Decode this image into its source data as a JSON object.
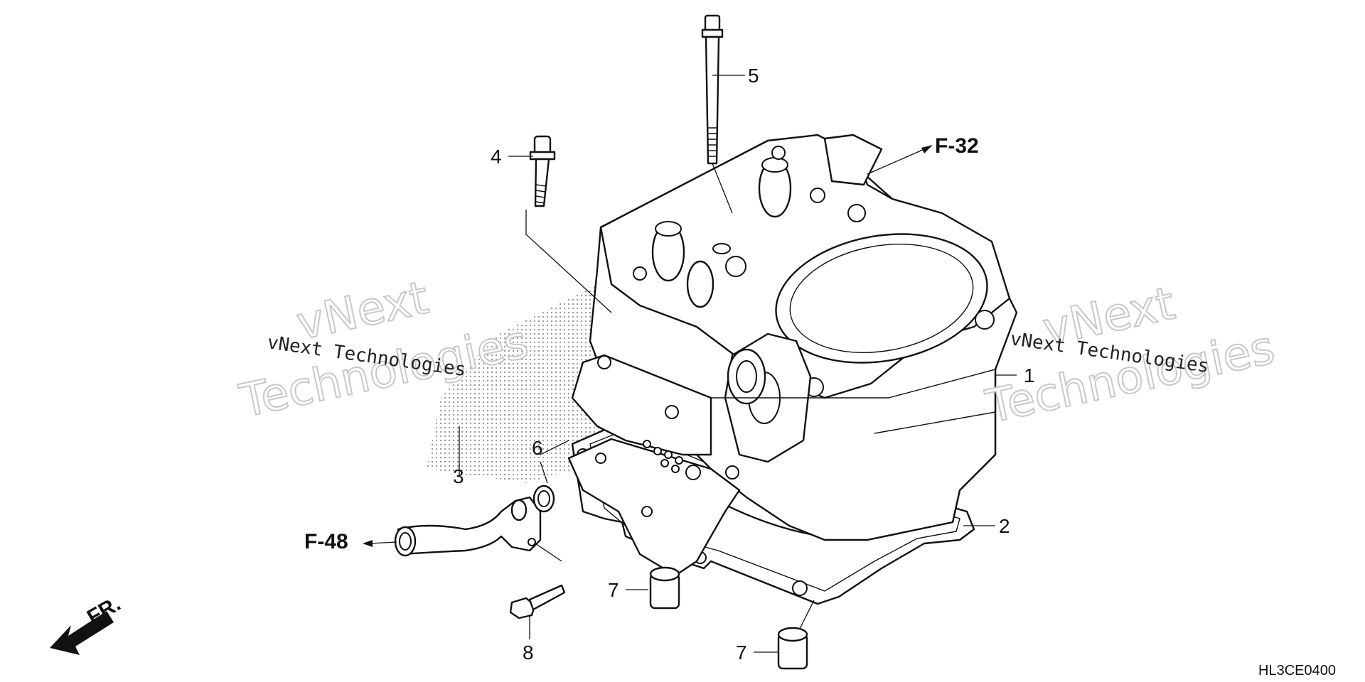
{
  "diagram": {
    "callouts": {
      "c1": "1",
      "c2": "2",
      "c3": "3",
      "c4": "4",
      "c5": "5",
      "c6": "6",
      "c7a": "7",
      "c7b": "7",
      "c8": "8"
    },
    "references": {
      "f32": "F-32",
      "f48": "F-48"
    },
    "direction_label": "FR.",
    "drawing_code": "HL3CE0400",
    "watermarks": {
      "left_big_line1": "vNext",
      "left_big_line2": "Technologies",
      "left_small": "vNext Technologies",
      "right_big_line1": "vNext",
      "right_big_line2": "Technologies",
      "right_small": "vNext Technologies"
    }
  }
}
